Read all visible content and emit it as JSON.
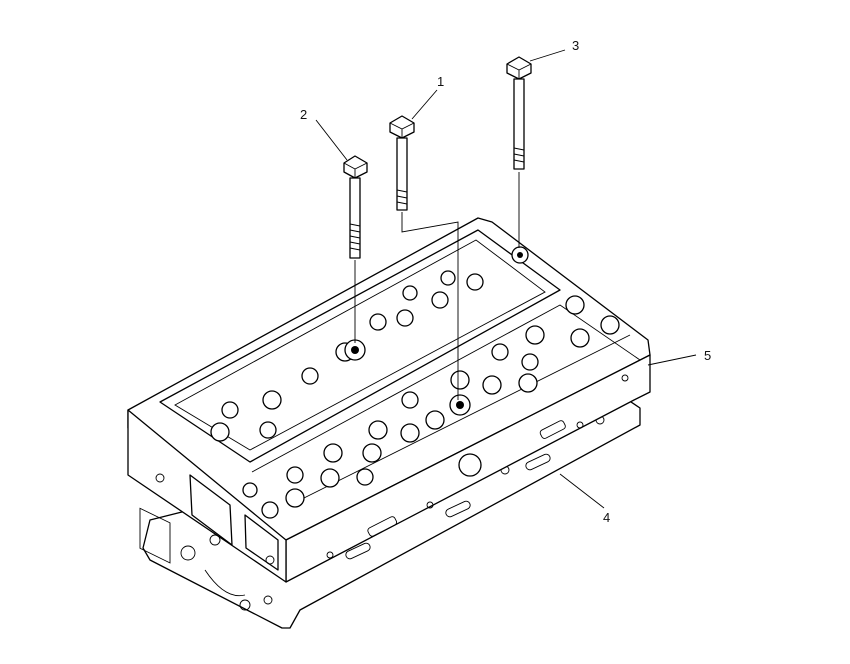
{
  "callouts": [
    {
      "id": "1",
      "text": "1",
      "part": "bolt"
    },
    {
      "id": "2",
      "text": "2",
      "part": "bolt"
    },
    {
      "id": "3",
      "text": "3",
      "part": "bolt"
    },
    {
      "id": "4",
      "text": "4",
      "part": "gasket"
    },
    {
      "id": "5",
      "text": "5",
      "part": "cylinder-head"
    }
  ]
}
